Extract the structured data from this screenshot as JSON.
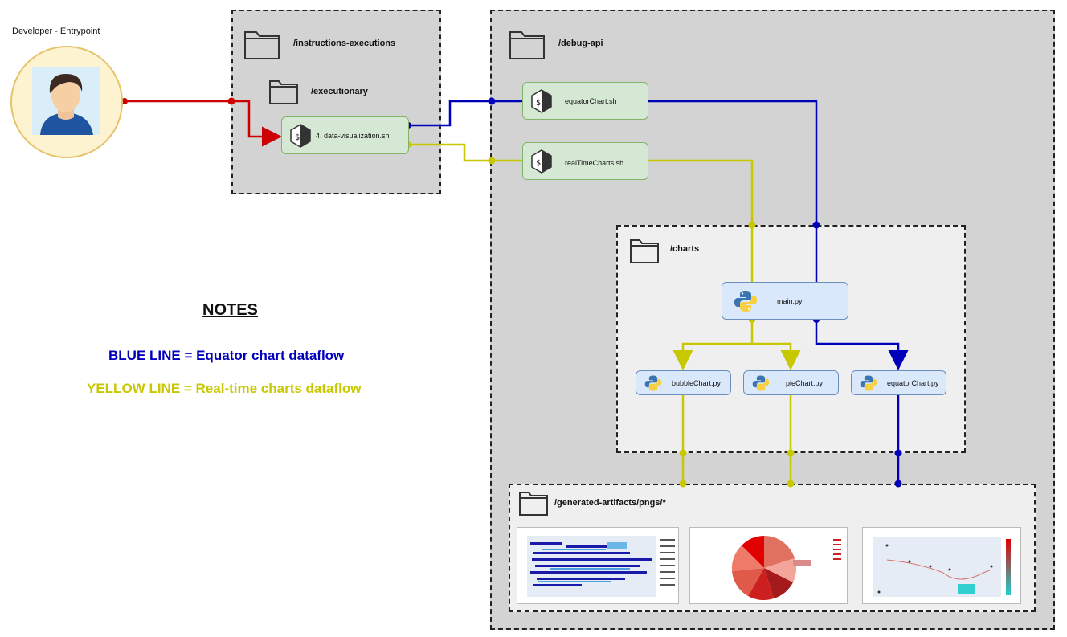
{
  "entry": {
    "title": "Developer - Entrypoint",
    "icon": "user-avatar-icon"
  },
  "groups": {
    "instructions": "/instructions-executions",
    "executionary": "/executionary",
    "debug_api": "/debug-api",
    "charts": "/charts",
    "artifacts": "/generated-artifacts/pngs/*"
  },
  "nodes": {
    "data_viz": "4. data-visualization.sh",
    "equator_sh": "equatorChart.sh",
    "realtime_sh": "realTimeCharts.sh",
    "main_py": "main.py",
    "bubble_py": "bubbleChart.py",
    "pie_py": "pieChart.py",
    "equator_py": "equatorChart.py"
  },
  "notes": {
    "heading": "NOTES",
    "blue": "BLUE LINE = Equator chart dataflow",
    "yellow": "YELLOW LINE = Real-time charts dataflow"
  },
  "colors": {
    "blue": "#0000bb",
    "yellow": "#c8c800",
    "red": "#cc0000",
    "green_fill": "#d5e8d4",
    "blue_fill": "#dae8fc"
  },
  "thumbnails": [
    "bubble-chart-thumbnail",
    "pie-chart-thumbnail",
    "equator-chart-thumbnail"
  ]
}
